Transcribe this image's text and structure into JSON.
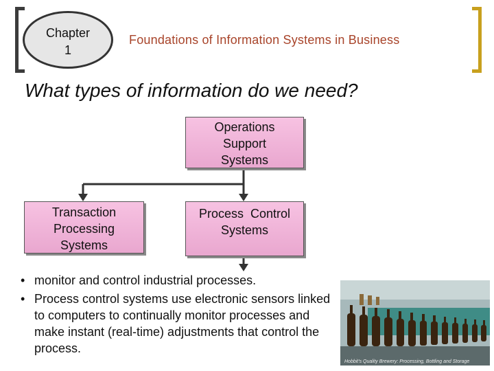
{
  "header": {
    "chapter_label": "Chapter",
    "chapter_number": "1",
    "title": "Foundations of Information Systems in Business"
  },
  "slide": {
    "question": "What types of information do we need?"
  },
  "diagram": {
    "operations_box": [
      "Operations",
      "Support",
      "Systems"
    ],
    "transaction_box": [
      "Transaction",
      "Processing",
      "Systems"
    ],
    "process_control_box": [
      "Process  Control",
      "Systems"
    ]
  },
  "bullets": [
    "monitor and control industrial processes.",
    "Process control systems use electronic sensors linked to computers to continually monitor processes and make instant (real-time) adjustments that control the process."
  ],
  "photo": {
    "caption": "Hobbit's Quality Brewery: Processing, Bottling and Storage"
  },
  "colors": {
    "accent_bracket": "#c8a01e",
    "title_color": "#a8442a",
    "box_fill": "#f0b6d9"
  }
}
